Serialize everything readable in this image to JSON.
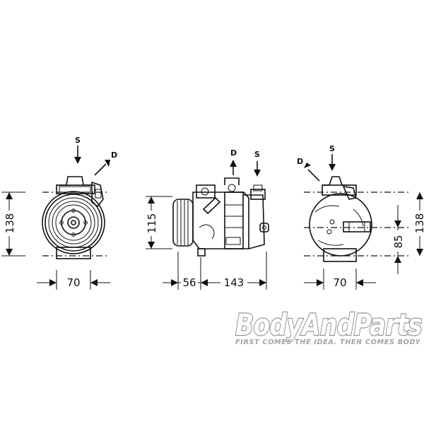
{
  "views": {
    "front": {
      "labels": {
        "suction": "S",
        "discharge": "D"
      },
      "dims": {
        "height": "138",
        "width": "70"
      }
    },
    "side": {
      "labels": {
        "discharge": "D",
        "suction": "S"
      },
      "dims": {
        "height": "115",
        "clutch_width": "56",
        "body_length": "143"
      }
    },
    "rear": {
      "labels": {
        "discharge": "D",
        "suction": "S"
      },
      "dims": {
        "height": "138",
        "mount_height": "85",
        "width": "70"
      }
    }
  },
  "watermark": {
    "logo": "BodyAndParts",
    "tagline": "FIRST COMES THE IDEA. THEN COMES BODY"
  },
  "colors": {
    "line": "#111111",
    "logo_outline": "#8c8c8c",
    "tagline": "#a3a3a3"
  }
}
